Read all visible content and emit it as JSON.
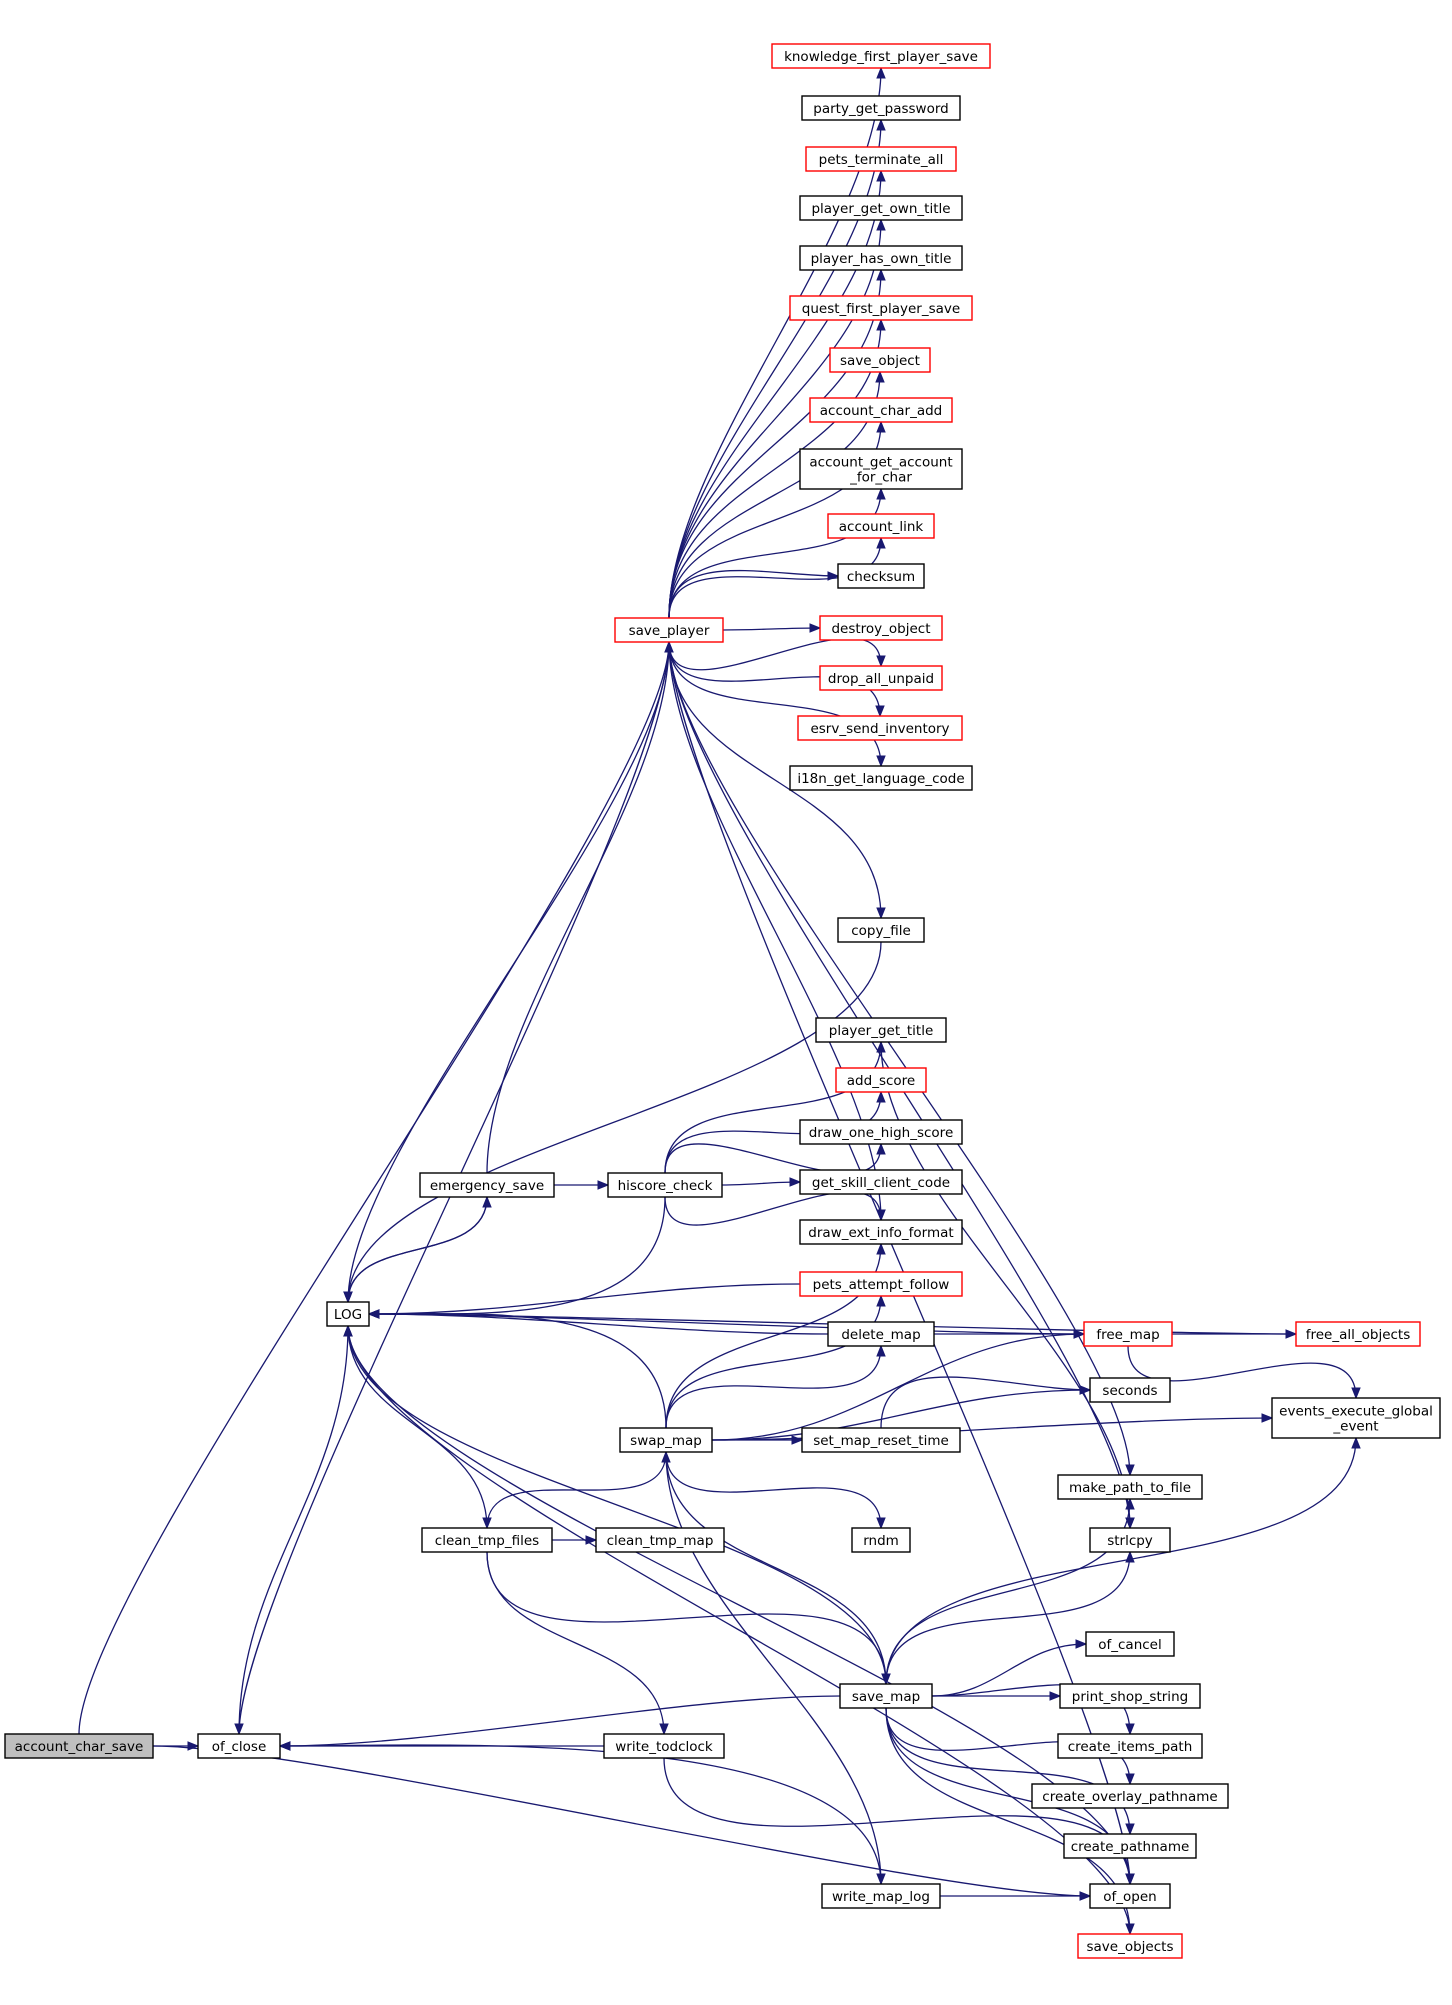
{
  "colors": {
    "edge": "#191970",
    "box_default": "#000000",
    "box_truncated": "#ff0000",
    "box_root_fill": "#bfbfbf",
    "box_fill": "#ffffff"
  },
  "nodes": [
    {
      "id": "account_char_save",
      "lines": [
        "account_char_save"
      ],
      "style": "root"
    },
    {
      "id": "of_close",
      "lines": [
        "of_close"
      ],
      "style": "default"
    },
    {
      "id": "LOG",
      "lines": [
        "LOG"
      ],
      "style": "default"
    },
    {
      "id": "save_player",
      "lines": [
        "save_player"
      ],
      "style": "truncated"
    },
    {
      "id": "emergency_save",
      "lines": [
        "emergency_save"
      ],
      "style": "default"
    },
    {
      "id": "hiscore_check",
      "lines": [
        "hiscore_check"
      ],
      "style": "default"
    },
    {
      "id": "swap_map",
      "lines": [
        "swap_map"
      ],
      "style": "default"
    },
    {
      "id": "clean_tmp_files",
      "lines": [
        "clean_tmp_files"
      ],
      "style": "default"
    },
    {
      "id": "clean_tmp_map",
      "lines": [
        "clean_tmp_map"
      ],
      "style": "default"
    },
    {
      "id": "write_todclock",
      "lines": [
        "write_todclock"
      ],
      "style": "default"
    },
    {
      "id": "write_map_log",
      "lines": [
        "write_map_log"
      ],
      "style": "default"
    },
    {
      "id": "save_map",
      "lines": [
        "save_map"
      ],
      "style": "default"
    },
    {
      "id": "knowledge_first_player_save",
      "lines": [
        "knowledge_first_player_save"
      ],
      "style": "truncated"
    },
    {
      "id": "party_get_password",
      "lines": [
        "party_get_password"
      ],
      "style": "default"
    },
    {
      "id": "pets_terminate_all",
      "lines": [
        "pets_terminate_all"
      ],
      "style": "truncated"
    },
    {
      "id": "player_get_own_title",
      "lines": [
        "player_get_own_title"
      ],
      "style": "default"
    },
    {
      "id": "player_has_own_title",
      "lines": [
        "player_has_own_title"
      ],
      "style": "default"
    },
    {
      "id": "quest_first_player_save",
      "lines": [
        "quest_first_player_save"
      ],
      "style": "truncated"
    },
    {
      "id": "save_object",
      "lines": [
        "save_object"
      ],
      "style": "truncated"
    },
    {
      "id": "account_char_add",
      "lines": [
        "account_char_add"
      ],
      "style": "truncated"
    },
    {
      "id": "account_get_account_for_char",
      "lines": [
        "account_get_account",
        "_for_char"
      ],
      "style": "default"
    },
    {
      "id": "account_link",
      "lines": [
        "account_link"
      ],
      "style": "truncated"
    },
    {
      "id": "checksum",
      "lines": [
        "checksum"
      ],
      "style": "default"
    },
    {
      "id": "destroy_object",
      "lines": [
        "destroy_object"
      ],
      "style": "truncated"
    },
    {
      "id": "drop_all_unpaid",
      "lines": [
        "drop_all_unpaid"
      ],
      "style": "truncated"
    },
    {
      "id": "esrv_send_inventory",
      "lines": [
        "esrv_send_inventory"
      ],
      "style": "truncated"
    },
    {
      "id": "i18n_get_language_code",
      "lines": [
        "i18n_get_language_code"
      ],
      "style": "default"
    },
    {
      "id": "copy_file",
      "lines": [
        "copy_file"
      ],
      "style": "default"
    },
    {
      "id": "player_get_title",
      "lines": [
        "player_get_title"
      ],
      "style": "default"
    },
    {
      "id": "add_score",
      "lines": [
        "add_score"
      ],
      "style": "truncated"
    },
    {
      "id": "draw_one_high_score",
      "lines": [
        "draw_one_high_score"
      ],
      "style": "default"
    },
    {
      "id": "get_skill_client_code",
      "lines": [
        "get_skill_client_code"
      ],
      "style": "default"
    },
    {
      "id": "draw_ext_info_format",
      "lines": [
        "draw_ext_info_format"
      ],
      "style": "default"
    },
    {
      "id": "pets_attempt_follow",
      "lines": [
        "pets_attempt_follow"
      ],
      "style": "truncated"
    },
    {
      "id": "delete_map",
      "lines": [
        "delete_map"
      ],
      "style": "default"
    },
    {
      "id": "set_map_reset_time",
      "lines": [
        "set_map_reset_time"
      ],
      "style": "default"
    },
    {
      "id": "rndm",
      "lines": [
        "rndm"
      ],
      "style": "default"
    },
    {
      "id": "free_map",
      "lines": [
        "free_map"
      ],
      "style": "truncated"
    },
    {
      "id": "free_all_objects",
      "lines": [
        "free_all_objects"
      ],
      "style": "truncated"
    },
    {
      "id": "seconds",
      "lines": [
        "seconds"
      ],
      "style": "default"
    },
    {
      "id": "events_execute_global_event",
      "lines": [
        "events_execute_global",
        "_event"
      ],
      "style": "default"
    },
    {
      "id": "make_path_to_file",
      "lines": [
        "make_path_to_file"
      ],
      "style": "default"
    },
    {
      "id": "strlcpy",
      "lines": [
        "strlcpy"
      ],
      "style": "default"
    },
    {
      "id": "of_cancel",
      "lines": [
        "of_cancel"
      ],
      "style": "default"
    },
    {
      "id": "print_shop_string",
      "lines": [
        "print_shop_string"
      ],
      "style": "default"
    },
    {
      "id": "create_items_path",
      "lines": [
        "create_items_path"
      ],
      "style": "default"
    },
    {
      "id": "create_overlay_pathname",
      "lines": [
        "create_overlay_pathname"
      ],
      "style": "default"
    },
    {
      "id": "create_pathname",
      "lines": [
        "create_pathname"
      ],
      "style": "default"
    },
    {
      "id": "of_open",
      "lines": [
        "of_open"
      ],
      "style": "default"
    },
    {
      "id": "save_objects",
      "lines": [
        "save_objects"
      ],
      "style": "truncated"
    }
  ],
  "edges": [
    {
      "from": "account_char_save",
      "to": "of_close"
    },
    {
      "from": "account_char_save",
      "to": "save_player"
    },
    {
      "from": "account_char_save",
      "to": "of_open"
    },
    {
      "from": "of_close",
      "to": "LOG"
    },
    {
      "from": "save_player",
      "to": "of_close"
    },
    {
      "from": "save_player",
      "to": "LOG"
    },
    {
      "from": "save_player",
      "to": "knowledge_first_player_save"
    },
    {
      "from": "save_player",
      "to": "party_get_password"
    },
    {
      "from": "save_player",
      "to": "pets_terminate_all"
    },
    {
      "from": "save_player",
      "to": "player_get_own_title"
    },
    {
      "from": "save_player",
      "to": "player_has_own_title"
    },
    {
      "from": "save_player",
      "to": "quest_first_player_save"
    },
    {
      "from": "save_player",
      "to": "save_object"
    },
    {
      "from": "save_player",
      "to": "account_char_add"
    },
    {
      "from": "save_player",
      "to": "account_get_account_for_char"
    },
    {
      "from": "save_player",
      "to": "account_link"
    },
    {
      "from": "save_player",
      "to": "checksum"
    },
    {
      "from": "save_player",
      "to": "destroy_object"
    },
    {
      "from": "save_player",
      "to": "drop_all_unpaid"
    },
    {
      "from": "save_player",
      "to": "esrv_send_inventory"
    },
    {
      "from": "save_player",
      "to": "i18n_get_language_code"
    },
    {
      "from": "save_player",
      "to": "copy_file"
    },
    {
      "from": "save_player",
      "to": "draw_ext_info_format"
    },
    {
      "from": "save_player",
      "to": "make_path_to_file"
    },
    {
      "from": "save_player",
      "to": "strlcpy"
    },
    {
      "from": "save_player",
      "to": "of_open"
    },
    {
      "from": "copy_file",
      "to": "LOG"
    },
    {
      "from": "LOG",
      "to": "emergency_save"
    },
    {
      "from": "LOG",
      "to": "clean_tmp_files"
    },
    {
      "from": "emergency_save",
      "to": "LOG"
    },
    {
      "from": "emergency_save",
      "to": "save_player"
    },
    {
      "from": "emergency_save",
      "to": "hiscore_check"
    },
    {
      "from": "hiscore_check",
      "to": "LOG"
    },
    {
      "from": "hiscore_check",
      "to": "player_get_title"
    },
    {
      "from": "hiscore_check",
      "to": "add_score"
    },
    {
      "from": "hiscore_check",
      "to": "draw_one_high_score"
    },
    {
      "from": "hiscore_check",
      "to": "get_skill_client_code"
    },
    {
      "from": "hiscore_check",
      "to": "draw_ext_info_format"
    },
    {
      "from": "player_get_title",
      "to": "strlcpy"
    },
    {
      "from": "free_map",
      "to": "LOG"
    },
    {
      "from": "free_map",
      "to": "free_all_objects"
    },
    {
      "from": "free_map",
      "to": "events_execute_global_event"
    },
    {
      "from": "free_all_objects",
      "to": "LOG"
    },
    {
      "from": "pets_attempt_follow",
      "to": "LOG"
    },
    {
      "from": "delete_map",
      "to": "LOG"
    },
    {
      "from": "delete_map",
      "to": "free_map"
    },
    {
      "from": "swap_map",
      "to": "LOG"
    },
    {
      "from": "swap_map",
      "to": "draw_ext_info_format"
    },
    {
      "from": "swap_map",
      "to": "pets_attempt_follow"
    },
    {
      "from": "swap_map",
      "to": "delete_map"
    },
    {
      "from": "swap_map",
      "to": "free_map"
    },
    {
      "from": "swap_map",
      "to": "set_map_reset_time"
    },
    {
      "from": "swap_map",
      "to": "seconds"
    },
    {
      "from": "swap_map",
      "to": "rndm"
    },
    {
      "from": "swap_map",
      "to": "events_execute_global_event"
    },
    {
      "from": "swap_map",
      "to": "save_map"
    },
    {
      "from": "swap_map",
      "to": "write_map_log"
    },
    {
      "from": "set_map_reset_time",
      "to": "seconds"
    },
    {
      "from": "clean_tmp_files",
      "to": "swap_map"
    },
    {
      "from": "clean_tmp_files",
      "to": "clean_tmp_map"
    },
    {
      "from": "clean_tmp_files",
      "to": "save_map"
    },
    {
      "from": "clean_tmp_files",
      "to": "write_todclock"
    },
    {
      "from": "write_todclock",
      "to": "of_close"
    },
    {
      "from": "write_todclock",
      "to": "of_open"
    },
    {
      "from": "save_map",
      "to": "LOG"
    },
    {
      "from": "save_map",
      "to": "of_close"
    },
    {
      "from": "save_map",
      "to": "make_path_to_file"
    },
    {
      "from": "save_map",
      "to": "strlcpy"
    },
    {
      "from": "save_map",
      "to": "events_execute_global_event"
    },
    {
      "from": "save_map",
      "to": "of_cancel"
    },
    {
      "from": "save_map",
      "to": "print_shop_string"
    },
    {
      "from": "save_map",
      "to": "create_items_path"
    },
    {
      "from": "save_map",
      "to": "create_overlay_pathname"
    },
    {
      "from": "save_map",
      "to": "create_pathname"
    },
    {
      "from": "save_map",
      "to": "of_open"
    },
    {
      "from": "save_map",
      "to": "save_objects"
    },
    {
      "from": "write_map_log",
      "to": "of_close"
    },
    {
      "from": "write_map_log",
      "to": "of_open"
    },
    {
      "from": "of_open",
      "to": "LOG"
    },
    {
      "from": "save_objects",
      "to": "LOG"
    }
  ]
}
